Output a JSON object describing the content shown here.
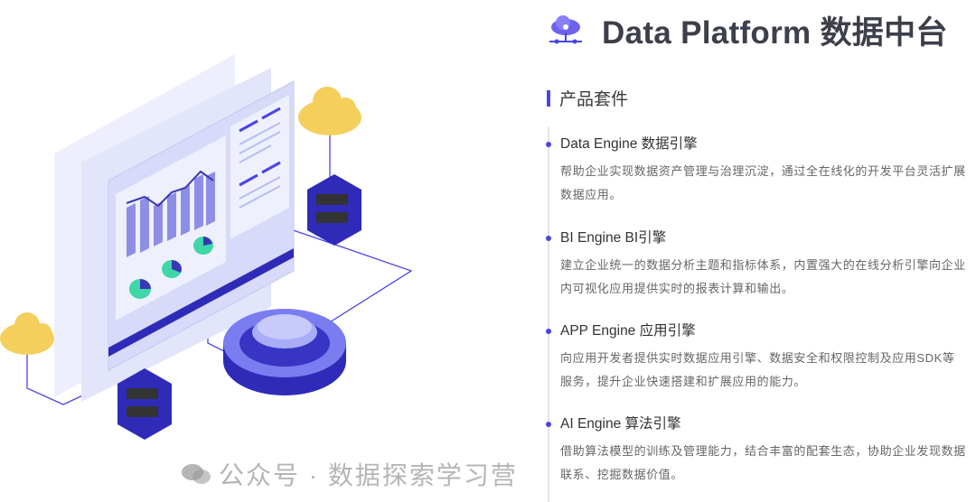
{
  "header": {
    "title": "Data Platform 数据中台",
    "icon": "cloud-network-icon"
  },
  "section": {
    "title": "产品套件"
  },
  "items": [
    {
      "title": "Data Engine 数据引擎",
      "desc": "帮助企业实现数据资产管理与治理沉淀，通过全在线化的开发平台灵活扩展数据应用。"
    },
    {
      "title": "BI Engine BI引擎",
      "desc": "建立企业统一的数据分析主题和指标体系，内置强大的在线分析引擎向企业内可视化应用提供实时的报表计算和输出。"
    },
    {
      "title": "APP Engine 应用引擎",
      "desc": "向应用开发者提供实时数据应用引擎、数据安全和权限控制及应用SDK等服务，提升企业快速搭建和扩展应用的能力。"
    },
    {
      "title": "AI Engine 算法引擎",
      "desc": "借助算法模型的训练及管理能力，结合丰富的配套生态，协助企业发现数据联系、挖掘数据价值。"
    }
  ],
  "watermark": "公众号 · 数据探索学习营",
  "colors": {
    "accent": "#4a44e8",
    "cloud": "#f4cf5c",
    "server": "#2f2bb8"
  }
}
